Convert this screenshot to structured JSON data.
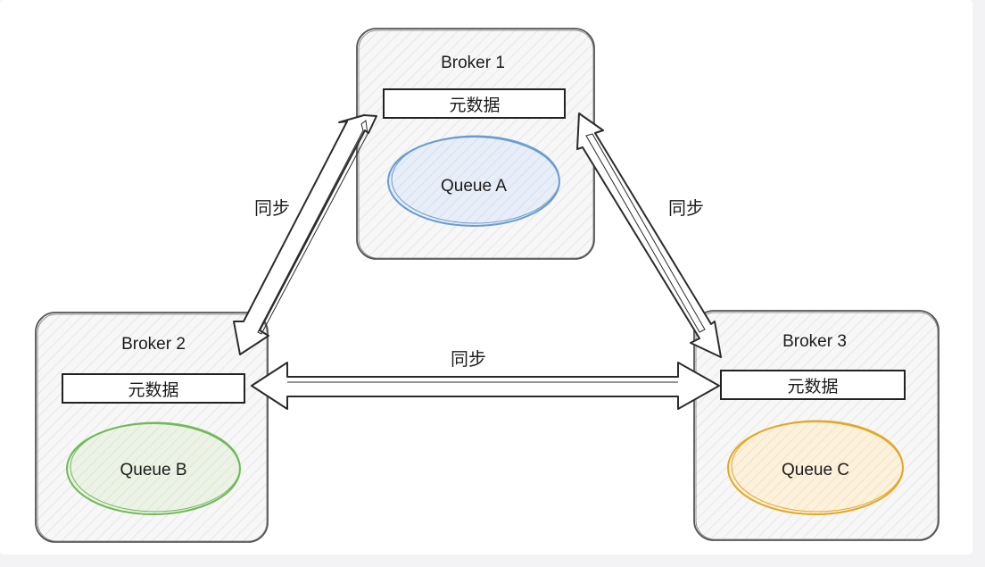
{
  "brokers": [
    {
      "title": "Broker 1",
      "metadata_label": "元数据",
      "queue": "Queue A",
      "queue_color": "#6a9bd0"
    },
    {
      "title": "Broker 2",
      "metadata_label": "元数据",
      "queue": "Queue B",
      "queue_color": "#70b85a"
    },
    {
      "title": "Broker 3",
      "metadata_label": "元数据",
      "queue": "Queue C",
      "queue_color": "#e0a92a"
    }
  ],
  "sync_links": [
    {
      "from": "Broker 1",
      "to": "Broker 2",
      "label": "同步"
    },
    {
      "from": "Broker 1",
      "to": "Broker 3",
      "label": "同步"
    },
    {
      "from": "Broker 2",
      "to": "Broker 3",
      "label": "同步"
    }
  ]
}
